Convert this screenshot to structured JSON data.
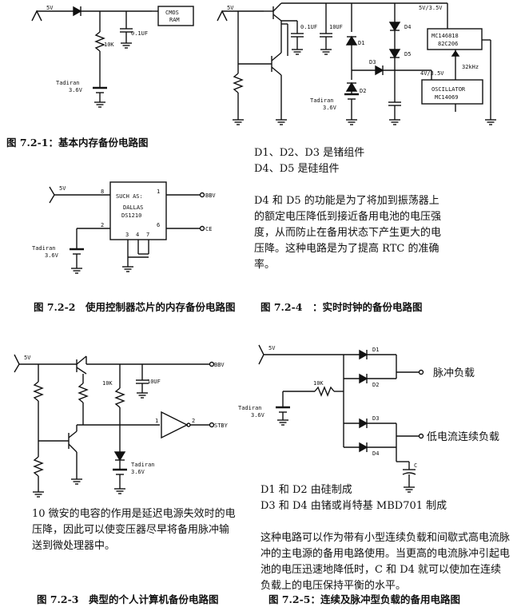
{
  "captions": {
    "fig1": "图 7.2-1：基本内存备份电路图",
    "fig2": "图 7.2-2　使用控制器芯片的内存备份电路图",
    "fig3": "图 7.2-3　典型的个人计算机备份电路图",
    "fig4": "图 7.2-4　：实时时钟的备份电路图",
    "fig5": "图 7.2-5：连续及脉冲型负载的备用电路图"
  },
  "notes": {
    "fig4_line1": "D1、D2、D3 是锗组件",
    "fig4_line2": "D4、D5 是硅组件",
    "fig4_para": "D4 和 D5 的功能是为了将加到振荡器上的额定电压降低到接近备用电池的电压强度，从而防止在备用状态下产生更大的电压降。这种电路是为了提高 RTC 的准确率。",
    "fig3_para": "10 微安的电容的作用是延迟电源失效时的电压降，因此可以使变压器尽早将备用脉冲输送到微处理器中。",
    "fig5_line1": "D1 和 D2 由硅制成",
    "fig5_line2": "D3 和 D4 由锗或肖特基 MBD701 制成",
    "fig5_para": "这种电路可以作为带有小型连续负载和间歇式高电流脉冲的主电源的备用电路使用。当更高的电流脉冲引起电池的电压迅速地降低时，C 和 D4 就可以使加在连续负载上的电压保持平衡的水平。"
  },
  "fig1": {
    "v5": "5V",
    "cmos1": "CMOS",
    "cmos2": "RAM",
    "cap": "0.1UF",
    "res": "10K",
    "bat1": "Tadiran",
    "bat2": "3.6V"
  },
  "fig2": {
    "v5": "5V",
    "chip1": "SUCH AS:",
    "chip2": "DALLAS",
    "chip3": "DS1210",
    "p8": "8",
    "p1": "1",
    "p2": "2",
    "p6": "6",
    "p3": "3",
    "p4": "4",
    "p7": "7",
    "out1": "BBV",
    "out2": "CE",
    "bat1": "Tadiran",
    "bat2": "3.6V"
  },
  "fig3": {
    "v5": "5V",
    "out1": "BBV",
    "out2": "STBY",
    "res": "10K",
    "cap": "10UF",
    "pin1": "1",
    "pin2": "2",
    "bat1": "Tadiran",
    "bat2": "3.6V"
  },
  "fig4": {
    "v5": "5V",
    "vbus": "5V/3.5V",
    "vbus2": "4V/3.5V",
    "cap1": "0.1UF",
    "cap2": "10UF",
    "d1": "D1",
    "d2": "D2",
    "d3": "D3",
    "d4": "D4",
    "d5": "D5",
    "chip1": "MC146818",
    "chip2": "82C206",
    "khz": "32kHz",
    "osc1": "OSCILLATOR",
    "osc2": "MC14069",
    "bat1": "Tadiran",
    "bat2": "3.6V"
  },
  "fig5": {
    "v5": "5V",
    "res": "10K",
    "d1": "D1",
    "d2": "D2",
    "d3": "D3",
    "d4": "D4",
    "c": "C",
    "load1": "脉冲负载",
    "load2": "低电流连续负载",
    "bat1": "Tadiran",
    "bat2": "3.6V"
  }
}
